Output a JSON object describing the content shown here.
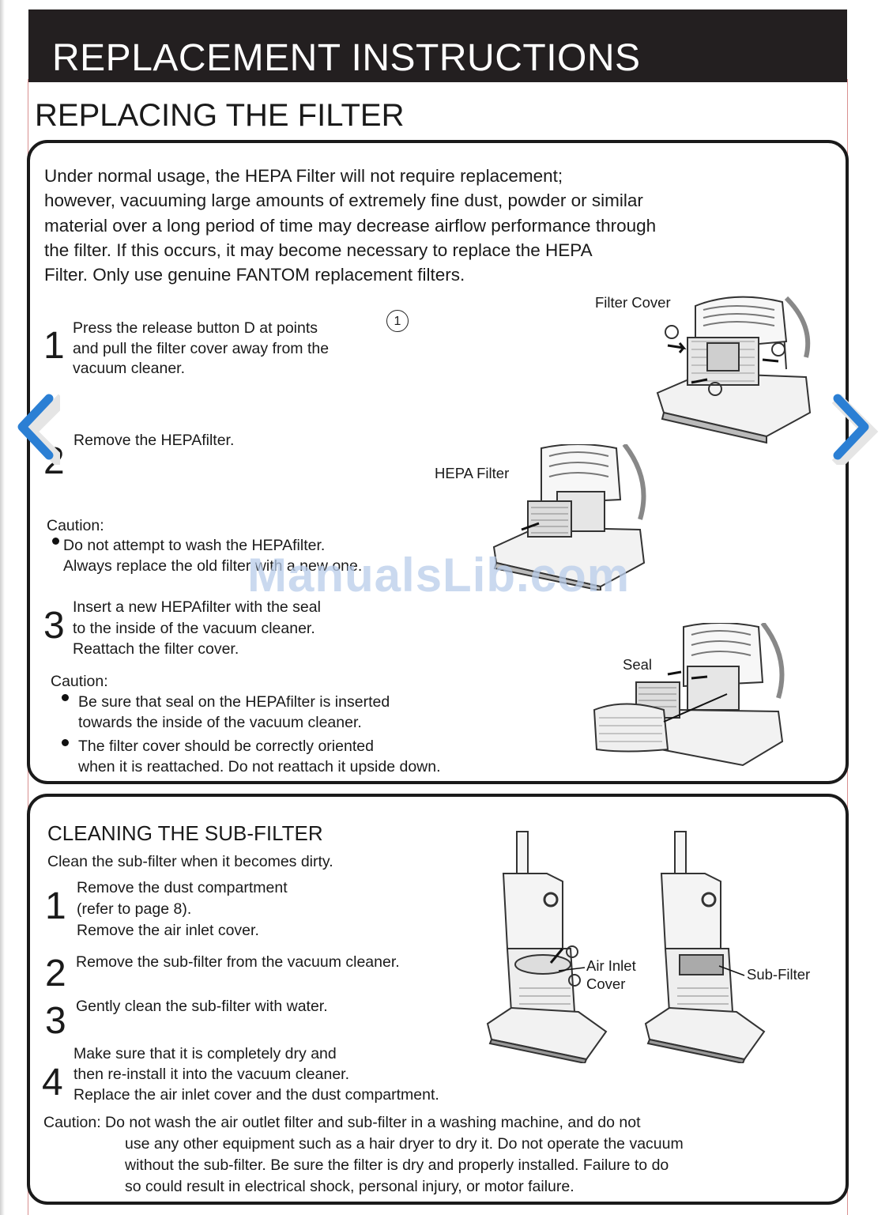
{
  "header": {
    "title": "REPLACEMENT INSTRUCTIONS"
  },
  "section1": {
    "title": "REPLACING THE FILTER",
    "intro": [
      "Under normal usage, the HEPA Filter will not require replacement;",
      "however, vacuuming large amounts of extremely fine dust, powder or similar",
      "material over a long period of time may decrease airflow performance through",
      "the filter. If this occurs, it may become necessary to replace the HEPA",
      "Filter. Only use genuine FANTOM replacement filters."
    ],
    "callout_number": "1",
    "steps": [
      {
        "number": "1",
        "lines": [
          "Press the release button D at points",
          "and pull the filter cover away from the",
          "vacuum cleaner."
        ]
      },
      {
        "number": "2",
        "lines": [
          "Remove the HEPAfilter."
        ]
      },
      {
        "number": "3",
        "lines": [
          "Insert a new HEPAfilter with the seal",
          "to the inside of the vacuum cleaner.",
          "Reattach the filter cover."
        ]
      }
    ],
    "caution1": {
      "label": "Caution:",
      "lines": [
        "Do not attempt to wash the HEPAfilter.",
        "Always replace the old filter with a new one."
      ]
    },
    "caution2": {
      "label": "Caution:",
      "bullets": [
        [
          "Be sure that seal on the HEPAfilter is inserted",
          "towards the inside of the vacuum cleaner."
        ],
        [
          "The filter cover should be correctly oriented",
          "when it is reattached. Do not reattach it upside down."
        ]
      ]
    },
    "figure_labels": {
      "filter_cover": "Filter Cover",
      "hepa_filter": "HEPA Filter",
      "seal": "Seal"
    }
  },
  "section2": {
    "title": "CLEANING THE SUB-FILTER",
    "subtitle": "Clean the sub-filter when it becomes dirty.",
    "steps": [
      {
        "number": "1",
        "lines": [
          "Remove the dust compartment",
          "(refer to page 8).",
          "Remove the air inlet cover."
        ]
      },
      {
        "number": "2",
        "lines": [
          "Remove the sub-filter from the vacuum cleaner."
        ]
      },
      {
        "number": "3",
        "lines": [
          "Gently clean the sub-filter with water."
        ]
      },
      {
        "number": "4",
        "lines": [
          "Make sure that it is completely dry and",
          "then re-install it into the vacuum cleaner.",
          "Replace the air inlet cover and the dust compartment."
        ]
      }
    ],
    "caution": {
      "first": "Caution: Do not wash the air outlet filter and sub-filter in a washing machine, and do not",
      "rest": [
        "use any other equipment such as a hair dryer to dry it. Do not operate the vacuum",
        "without the sub-filter. Be sure the filter is dry and properly installed. Failure to do",
        "so could result in electrical shock, personal injury, or motor failure."
      ]
    },
    "figure_labels": {
      "air_inlet_line1": "Air Inlet",
      "air_inlet_line2": "Cover",
      "sub_filter": "Sub-Filter"
    }
  },
  "watermark": "ManualsLib.com",
  "nav": {
    "prev_icon": "chevron-left-icon",
    "next_icon": "chevron-right-icon",
    "accent": "#2b7fd4"
  }
}
